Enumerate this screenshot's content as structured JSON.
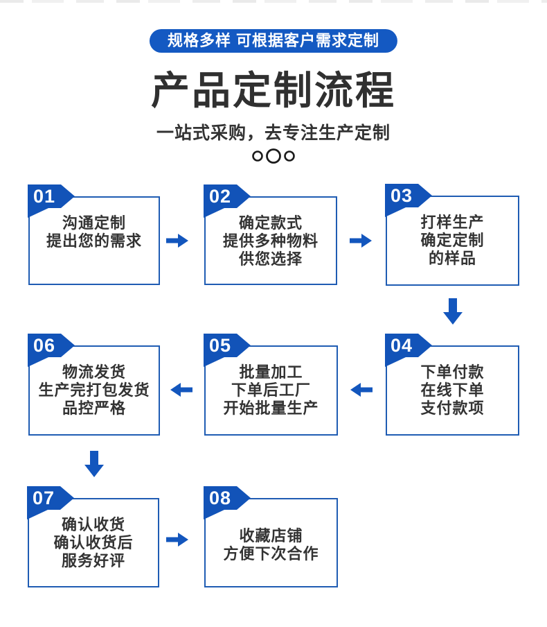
{
  "banner": {
    "label": "规格多样 可根据客户需求定制"
  },
  "title": "产品定制流程",
  "subtitle": "一站式采购，去专注生产定制",
  "colors": {
    "banner_blue": "#1459c2",
    "badge_blue": "#1253b8",
    "arrow_blue": "#1356bd",
    "box_border_blue": "#1f5cb3",
    "text_dark": "#333333"
  },
  "steps": [
    {
      "num": "01",
      "lines": "沟通定制\n提出您的需求"
    },
    {
      "num": "02",
      "lines": "确定款式\n提供多种物料\n供您选择"
    },
    {
      "num": "03",
      "lines": "打样生产\n确定定制\n的样品"
    },
    {
      "num": "04",
      "lines": "下单付款\n在线下单\n支付款项"
    },
    {
      "num": "05",
      "lines": "批量加工\n下单后工厂\n开始批量生产"
    },
    {
      "num": "06",
      "lines": "物流发货\n生产完打包发货\n品控严格"
    },
    {
      "num": "07",
      "lines": "确认收货\n确认收货后\n服务好评"
    },
    {
      "num": "08",
      "lines": "收藏店铺\n方便下次合作"
    }
  ]
}
